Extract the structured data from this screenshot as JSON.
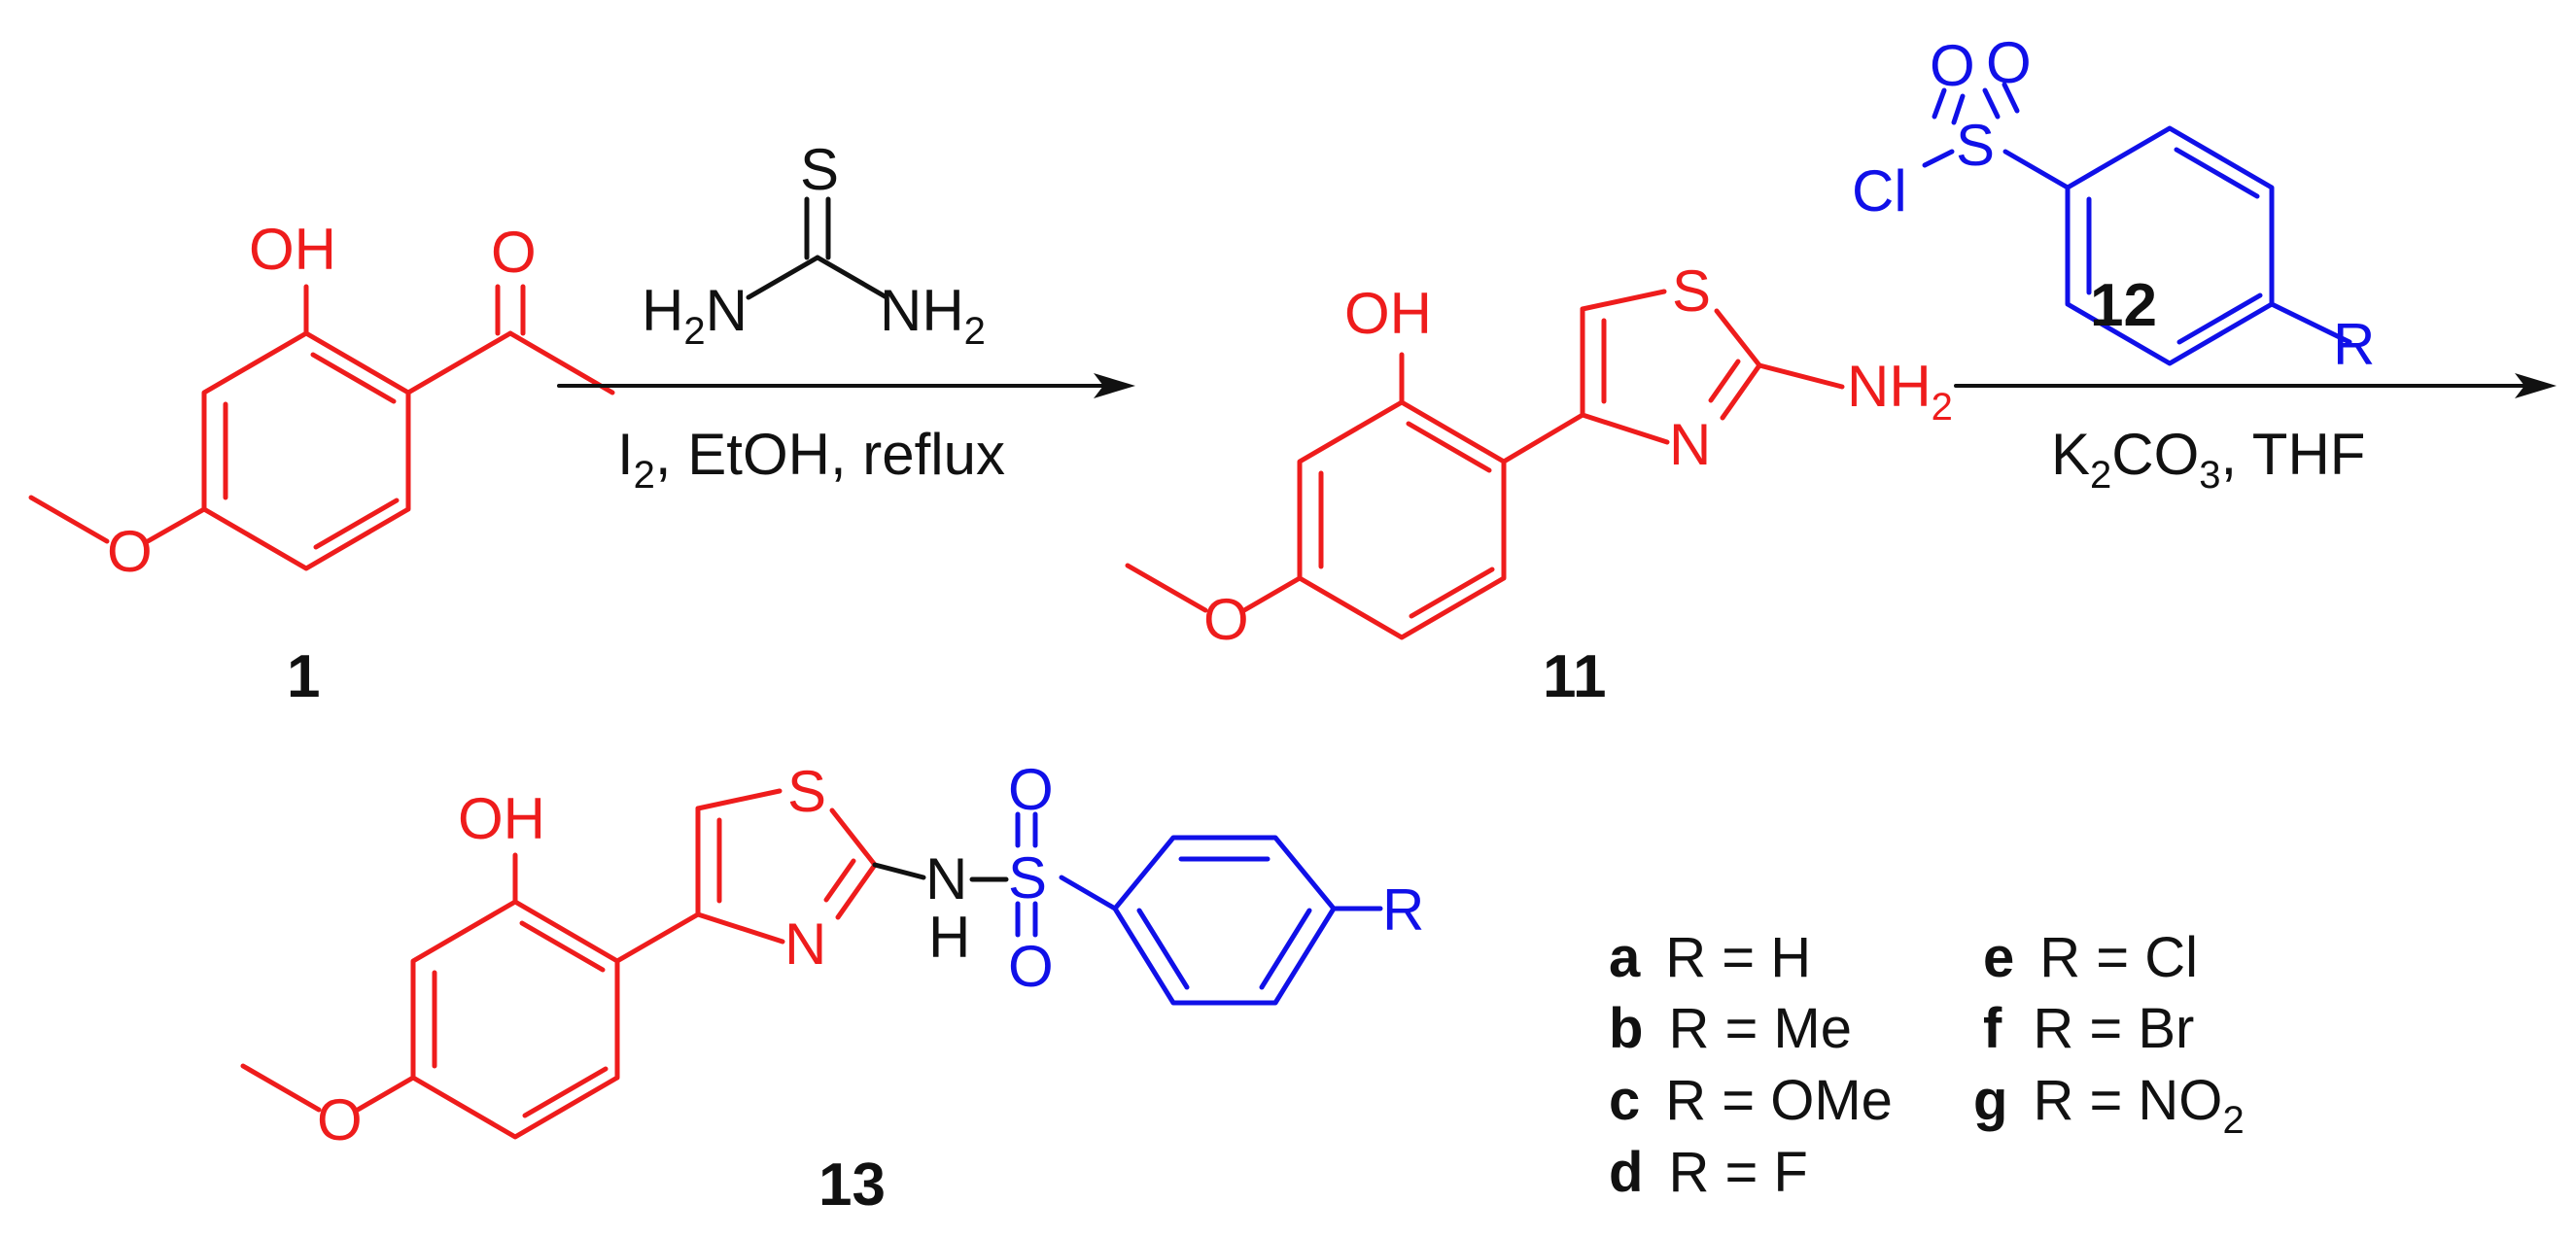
{
  "atoms": {
    "oh": "OH",
    "o": "O",
    "s": "S",
    "n": "N",
    "h": "H",
    "h2": "H",
    "nh": "NH",
    "sub2": "2",
    "sub3": "3",
    "cl": "Cl",
    "r": "R"
  },
  "reagents": {
    "step1_conditions": {
      "i": "I",
      "sub": "2",
      "rest": ", EtOH, reflux"
    },
    "step2_conditions": {
      "k": "K",
      "sub2": "2",
      "co": "CO",
      "sub3": "3",
      "rest": ", THF"
    }
  },
  "compounds": {
    "c1": "1",
    "c11": "11",
    "c12": "12",
    "c13": "13"
  },
  "substituents": [
    {
      "letter": "a",
      "text": "R = H"
    },
    {
      "letter": "b",
      "text": "R = Me"
    },
    {
      "letter": "c",
      "text": "R = OMe"
    },
    {
      "letter": "d",
      "text": "R = F"
    },
    {
      "letter": "e",
      "text": "R = Cl"
    },
    {
      "letter": "f",
      "text": "R = Br"
    },
    {
      "letter": "g",
      "text": "R = NO",
      "sub": "2"
    }
  ],
  "colors": {
    "core": "#ee1c1c",
    "sulfonyl": "#1010e8",
    "reagent": "#111111"
  }
}
